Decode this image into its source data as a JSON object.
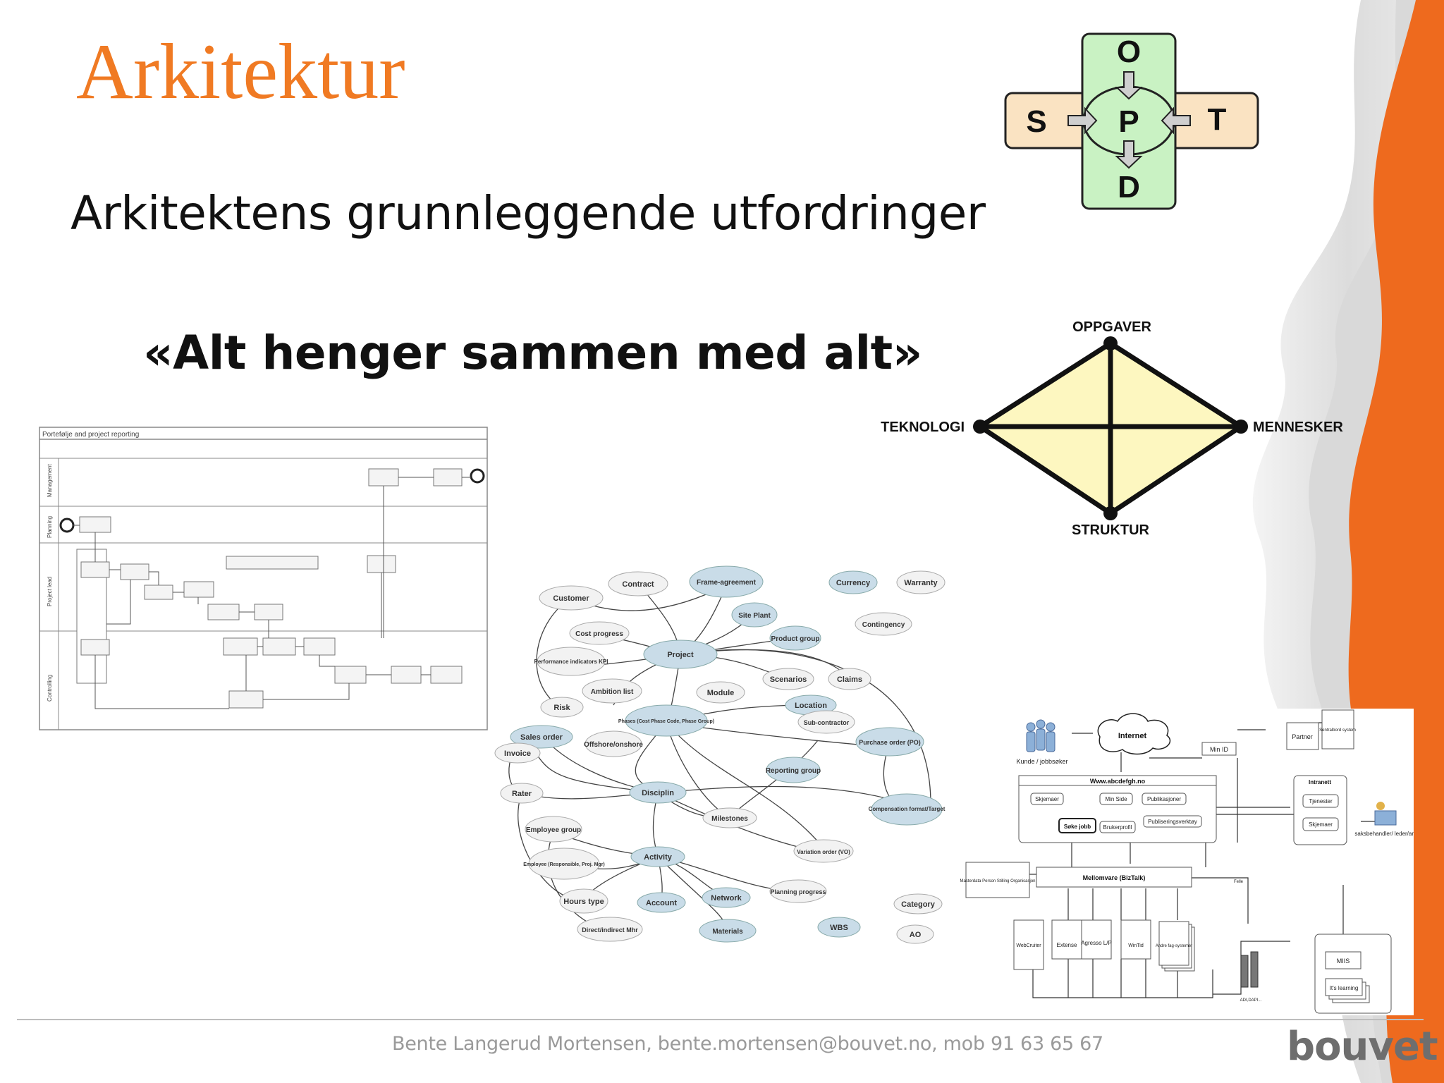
{
  "slide": {
    "title": "Arkitektur",
    "subtitle": "Arkitektens grunnleggende utfordringer",
    "quote": "«Alt henger sammen med alt»",
    "footer": "Bente Langerud Mortensen, bente.mortensen@bouvet.no, mob 91 63 65 67",
    "logo": "bouvet"
  },
  "colors": {
    "title": "#f07a23",
    "orange_band": "#ee6a1e",
    "spotd_green": "#c9f2c3",
    "spotd_orange": "#fae3c2",
    "diamond_fill": "#fdf7c0"
  },
  "spotd": {
    "top": "O",
    "left": "S",
    "center": "P",
    "right": "T",
    "bottom": "D"
  },
  "leavitt": {
    "top": "OPPGAVER",
    "left": "TEKNOLOGI",
    "right": "MENNESKER",
    "bottom": "STRUKTUR"
  },
  "process_diagram": {
    "title": "Portefølje and project reporting",
    "lanes": [
      "Management",
      "Planning",
      "Project lead",
      "Controlling"
    ]
  },
  "concept_map": {
    "nodes": [
      "Customer",
      "Contract",
      "Frame-agreement",
      "Currency",
      "Warranty",
      "Site Plant",
      "Contingency",
      "Cost progress",
      "Product group",
      "Performance indicators KPI",
      "Project",
      "Scenarios",
      "Claims",
      "Ambition list",
      "Module",
      "Risk",
      "Phases (Cost Phase Code, Phase Group)",
      "Location",
      "Sub-contractor",
      "Sales order",
      "Offshore/onshore",
      "Purchase order (PO)",
      "Invoice",
      "Reporting group",
      "Rater",
      "Disciplin",
      "Compensation format/Target",
      "Milestones",
      "Employee group",
      "Variation order (VO)",
      "Employee (Responsible, Proj. Mgr)",
      "Activity",
      "Planning progress",
      "Hours type",
      "Account",
      "Network",
      "Category",
      "Direct/indirect Mhr",
      "Materials",
      "WBS",
      "AO"
    ]
  },
  "system_map": {
    "internet": "Internet",
    "customer": "Kunde / jobbsøker",
    "web": "Www.abcdefgh.no",
    "web_items": [
      "Skjemaer",
      "Min Side",
      "Publikasjoner",
      "Søke jobb",
      "Brukerprofil",
      "Publiseringsverktøy"
    ],
    "min_id": "Min ID",
    "partner": "Partner",
    "sentralbord": "Sentralbord system",
    "intranet": "Intranett",
    "intranet_items": [
      "Tjenester",
      "Skjemaer"
    ],
    "employee": "saksbehandler/ leder/ansatt....",
    "masterdata": "Masterdata Person Stilling Organisasjon",
    "middleware": "Mellomvare (BizTalk)",
    "systems": [
      "WebCruiter",
      "Extense",
      "Agresso L/P",
      "WinTid",
      "Andre fag-systemer"
    ],
    "miis": "MIIS",
    "learning": "It's learning",
    "felle": "Felle",
    "dwh": "ADI,DAPI..."
  }
}
